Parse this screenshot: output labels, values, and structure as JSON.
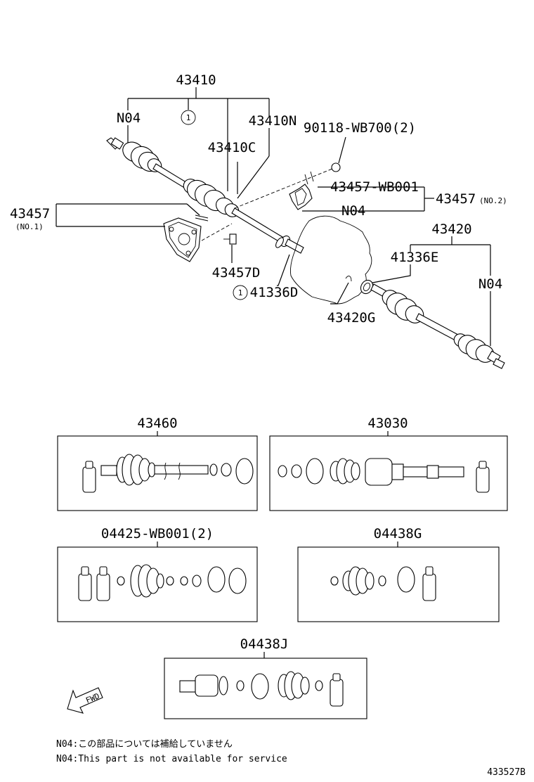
{
  "labels": {
    "p43410": "43410",
    "p43410_n04": "N04",
    "p43410_ref": "1",
    "p43410N": "43410N",
    "p43410C": "43410C",
    "p90118": "90118-WB700(2)",
    "p43457_wb001": "43457-WB001",
    "p43457_no2": "43457",
    "p43457_no2_suffix": "(NO.2)",
    "p43457_n04": "N04",
    "p43457_no1": "43457",
    "p43457_no1_suffix": "(NO.1)",
    "p43457D": "43457D",
    "p41336D_ref": "1",
    "p41336D": "41336D",
    "p43420": "43420",
    "p41336E": "41336E",
    "p43420_n04": "N04",
    "p43420G": "43420G",
    "kit43460": "43460",
    "kit43030": "43030",
    "kit04425": "04425-WB001(2)",
    "kit04438G": "04438G",
    "kit04438J": "04438J",
    "fwd": "FWD"
  },
  "notes": {
    "jp": "N04:この部品については補給していません",
    "en": "N04:This part is not available for service"
  },
  "diagram_id": "433527B"
}
